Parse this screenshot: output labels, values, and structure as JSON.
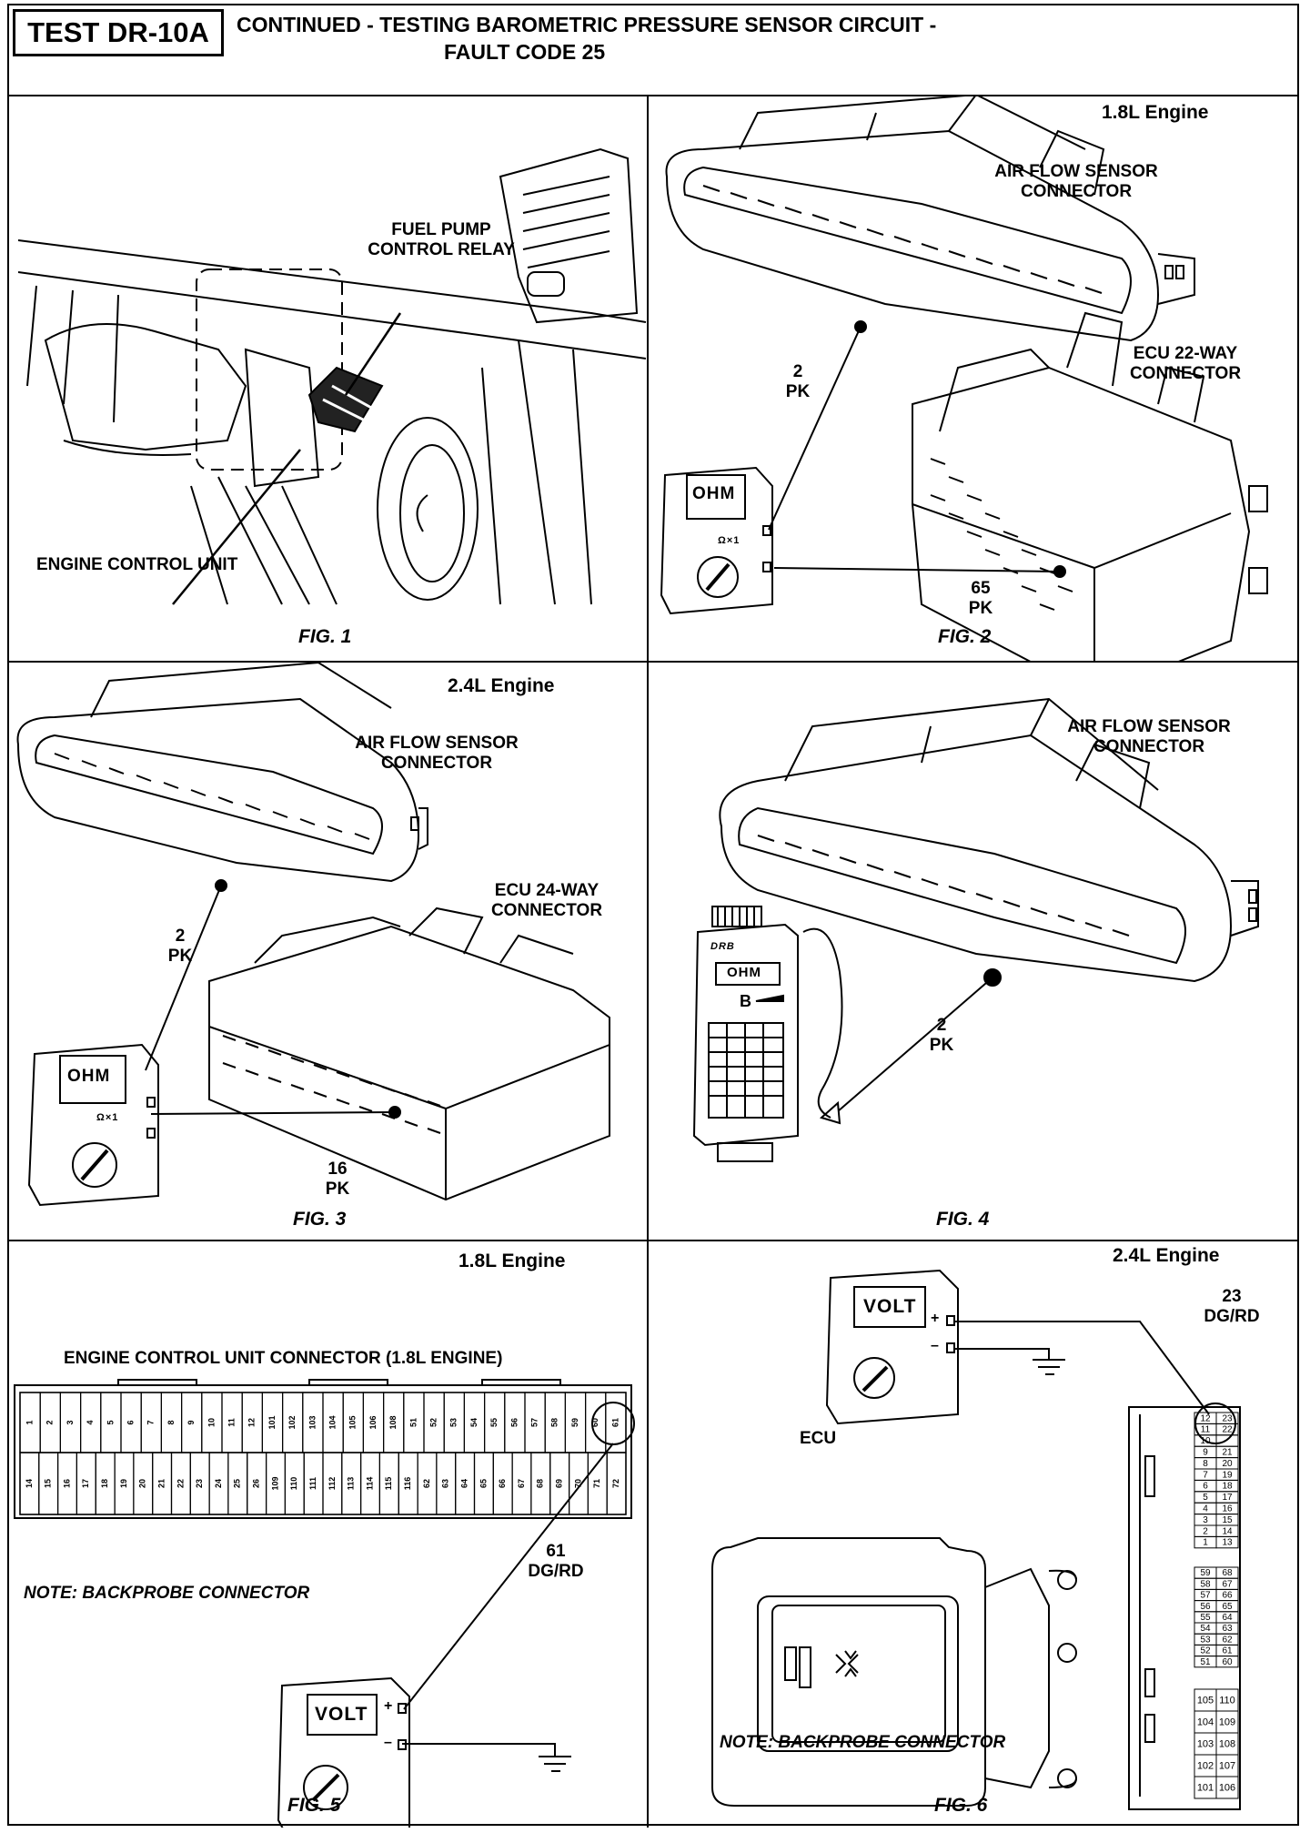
{
  "header": {
    "test_id": "TEST DR-10A",
    "title_line1": "CONTINUED -  TESTING BAROMETRIC PRESSURE SENSOR CIRCUIT -",
    "title_line2": "FAULT CODE 25"
  },
  "fig1": {
    "caption": "FIG. 1",
    "relay_label_1": "FUEL PUMP",
    "relay_label_2": "CONTROL RELAY",
    "ecu_label": "ENGINE CONTROL UNIT"
  },
  "fig2": {
    "caption": "FIG. 2",
    "engine": "1.8L Engine",
    "sensor_label_1": "AIR FLOW SENSOR",
    "sensor_label_2": "CONNECTOR",
    "ecu_label_1": "ECU 22-WAY",
    "ecu_label_2": "CONNECTOR",
    "pin_a_num": "2",
    "pin_a_color": "PK",
    "pin_b_num": "65",
    "pin_b_color": "PK",
    "meter": "OHM",
    "meter_range": "Ω×1"
  },
  "fig3": {
    "caption": "FIG. 3",
    "engine": "2.4L Engine",
    "sensor_label_1": "AIR FLOW SENSOR",
    "sensor_label_2": "CONNECTOR",
    "ecu_label_1": "ECU 24-WAY",
    "ecu_label_2": "CONNECTOR",
    "pin_a_num": "2",
    "pin_a_color": "PK",
    "pin_b_num": "16",
    "pin_b_color": "PK",
    "meter": "OHM",
    "meter_range": "Ω×1"
  },
  "fig4": {
    "caption": "FIG. 4",
    "sensor_label_1": "AIR FLOW SENSOR",
    "sensor_label_2": "CONNECTOR",
    "pin_num": "2",
    "pin_color": "PK",
    "tester_brand": "DRB",
    "tester_screen": "OHM",
    "tester_symbol": "B"
  },
  "fig5": {
    "caption": "FIG. 5",
    "engine": "1.8L Engine",
    "connector_title": "ENGINE CONTROL UNIT CONNECTOR (1.8L ENGINE)",
    "top_row": [
      "1",
      "2",
      "3",
      "4",
      "5",
      "6",
      "7",
      "8",
      "9",
      "10",
      "11",
      "12",
      "101",
      "102",
      "103",
      "104",
      "105",
      "106",
      "108",
      "51",
      "52",
      "53",
      "54",
      "55",
      "56",
      "57",
      "58",
      "59",
      "60",
      "61"
    ],
    "bottom_row": [
      "14",
      "15",
      "16",
      "17",
      "18",
      "19",
      "20",
      "21",
      "22",
      "23",
      "24",
      "25",
      "26",
      "109",
      "110",
      "111",
      "112",
      "113",
      "114",
      "115",
      "116",
      "62",
      "63",
      "64",
      "65",
      "66",
      "67",
      "68",
      "69",
      "70",
      "71",
      "72"
    ],
    "pin_num": "61",
    "pin_color": "DG/RD",
    "note": "NOTE: BACKPROBE CONNECTOR",
    "meter": "VOLT",
    "plus": "+",
    "minus": "–"
  },
  "fig6": {
    "caption": "FIG. 6",
    "engine": "2.4L Engine",
    "ecu_label": "ECU",
    "pin_num": "23",
    "pin_color": "DG/RD",
    "note": "NOTE: BACKPROBE CONNECTOR",
    "meter": "VOLT",
    "plus": "+",
    "minus": "–",
    "pins_group1": [
      [
        "12",
        "23"
      ],
      [
        "11",
        "22"
      ],
      [
        "10",
        ""
      ],
      [
        "9",
        "21"
      ],
      [
        "8",
        "20"
      ],
      [
        "7",
        "19"
      ],
      [
        "6",
        "18"
      ],
      [
        "5",
        "17"
      ],
      [
        "4",
        "16"
      ],
      [
        "3",
        "15"
      ],
      [
        "2",
        "14"
      ],
      [
        "1",
        "13"
      ]
    ],
    "pins_group2": [
      [
        "59",
        "68"
      ],
      [
        "58",
        "67"
      ],
      [
        "57",
        "66"
      ],
      [
        "56",
        "65"
      ],
      [
        "55",
        "64"
      ],
      [
        "54",
        "63"
      ],
      [
        "53",
        "62"
      ],
      [
        "52",
        "61"
      ],
      [
        "51",
        "60"
      ]
    ],
    "pins_group3": [
      [
        "105",
        "110"
      ],
      [
        "104",
        "109"
      ],
      [
        "103",
        "108"
      ],
      [
        "102",
        "107"
      ],
      [
        "101",
        "106"
      ]
    ]
  }
}
